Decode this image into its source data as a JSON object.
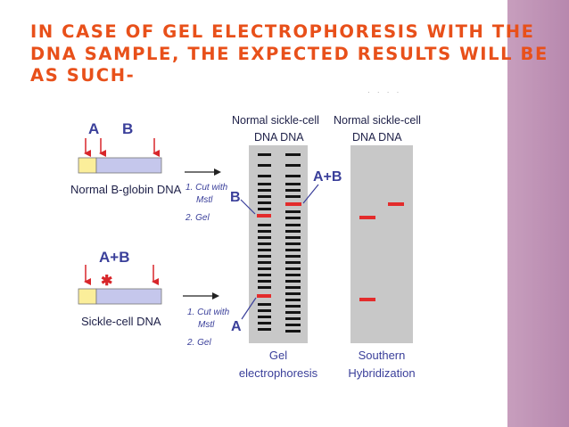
{
  "slide": {
    "title_lines": [
      "IN CASE OF GEL ELECTROPHORESIS WITH THE",
      "DNA SAMPLE, THE EXPECTED RESULTS WILL BE",
      "AS SUCH-"
    ],
    "title_color": "#e8501a",
    "sidebar_color": "#c09ab8"
  },
  "diagram": {
    "top_markers": {
      "a": "A",
      "b": "B"
    },
    "normal_label": "Normal B-globin DNA",
    "sickle_label": "Sickle-cell DNA",
    "sickle_marker": "A+B",
    "steps_top": [
      "1. Cut with",
      "Mstl",
      "2. Gel"
    ],
    "steps_bottom": [
      "1. Cut with",
      "Mstl",
      "2. Gel"
    ],
    "gel_header_line1": "Normal sickle-cell",
    "gel_header_line2": "DNA DNA",
    "southern_header_line1": "Normal sickle-cell",
    "southern_header_line2": "DNA DNA",
    "gel_band_labels": {
      "b": "B",
      "a": "A",
      "ab": "A+B"
    },
    "gel_caption_line1": "Gel",
    "gel_caption_line2": "electrophoresis",
    "southern_caption_line1": "Southern",
    "southern_caption_line2": "Hybridization",
    "colors": {
      "marker": "#d8262a",
      "blue": "#3a3f9a",
      "band": "#e32c2c",
      "gel_bg": "#c8c8c8"
    }
  }
}
